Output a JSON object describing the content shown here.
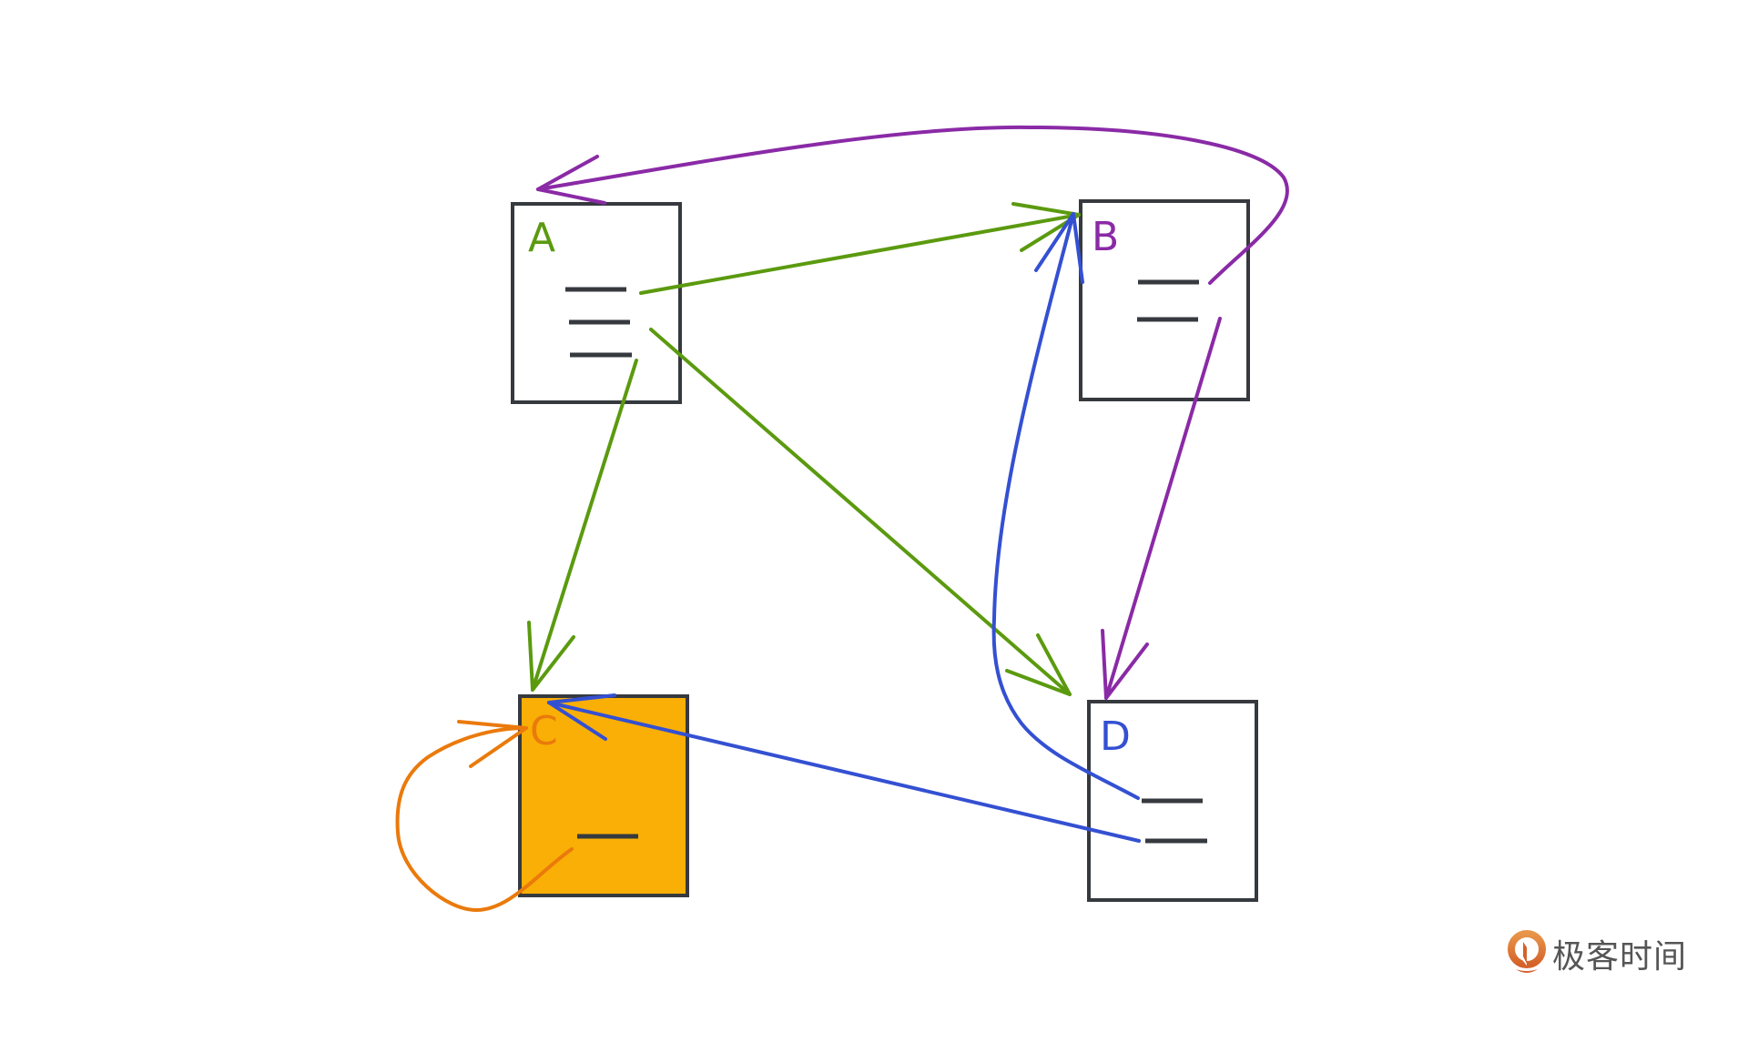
{
  "diagram": {
    "title": "",
    "colors": {
      "box_stroke": "#363a3f",
      "green": "#5b9a0f",
      "purple": "#8a2aa6",
      "blue": "#3450d2",
      "orange": "#ea7a0c",
      "highlight_fill": "#f9af05"
    },
    "nodes": [
      {
        "id": "A",
        "label": "A",
        "label_color": "#5b9a0f",
        "highlighted": false,
        "line_count": 3
      },
      {
        "id": "B",
        "label": "B",
        "label_color": "#8a2aa6",
        "highlighted": false,
        "line_count": 2
      },
      {
        "id": "C",
        "label": "C",
        "label_color": "#ea7a0c",
        "highlighted": true,
        "line_count": 1
      },
      {
        "id": "D",
        "label": "D",
        "label_color": "#3450d2",
        "highlighted": false,
        "line_count": 2
      }
    ],
    "edges": [
      {
        "from": "A",
        "to": "B",
        "color": "green"
      },
      {
        "from": "A",
        "to": "C",
        "color": "green"
      },
      {
        "from": "A",
        "to": "D",
        "color": "green"
      },
      {
        "from": "B",
        "to": "A",
        "color": "purple"
      },
      {
        "from": "B",
        "to": "D",
        "color": "purple"
      },
      {
        "from": "C",
        "to": "C",
        "color": "orange"
      },
      {
        "from": "D",
        "to": "B",
        "color": "blue"
      },
      {
        "from": "D",
        "to": "C",
        "color": "blue"
      }
    ]
  },
  "watermark": {
    "logo_icon": "geektime-logo-icon",
    "text": "极客时间"
  }
}
